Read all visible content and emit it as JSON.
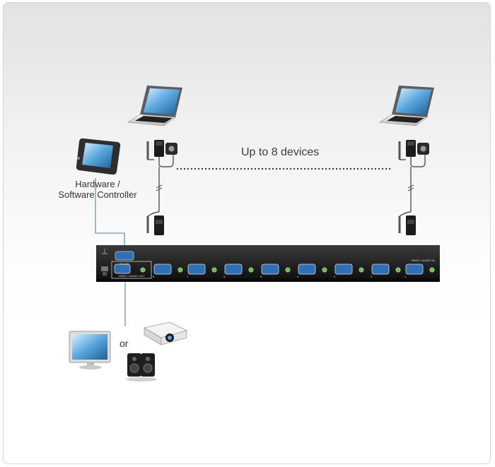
{
  "labels": {
    "devices_text": "Up to 8 devices",
    "controller_line1": "Hardware /",
    "controller_line2": "Software Controller",
    "or_text": "or"
  },
  "switch_panel": {
    "rs232_label": "RS-232",
    "output_label": "VIDEO / AUDIO OUT",
    "input_label": "VIDEO / AUDIO IN",
    "port_numbers": [
      "8",
      "7",
      "6",
      "5",
      "4",
      "3",
      "2",
      "1"
    ]
  },
  "colors": {
    "cable": "#8aa8bc",
    "switch_body": "#1b1b1b",
    "vga_port": "#2f6fb5",
    "audio_jack": "#6cc04a",
    "dotted_line": "#333333"
  }
}
